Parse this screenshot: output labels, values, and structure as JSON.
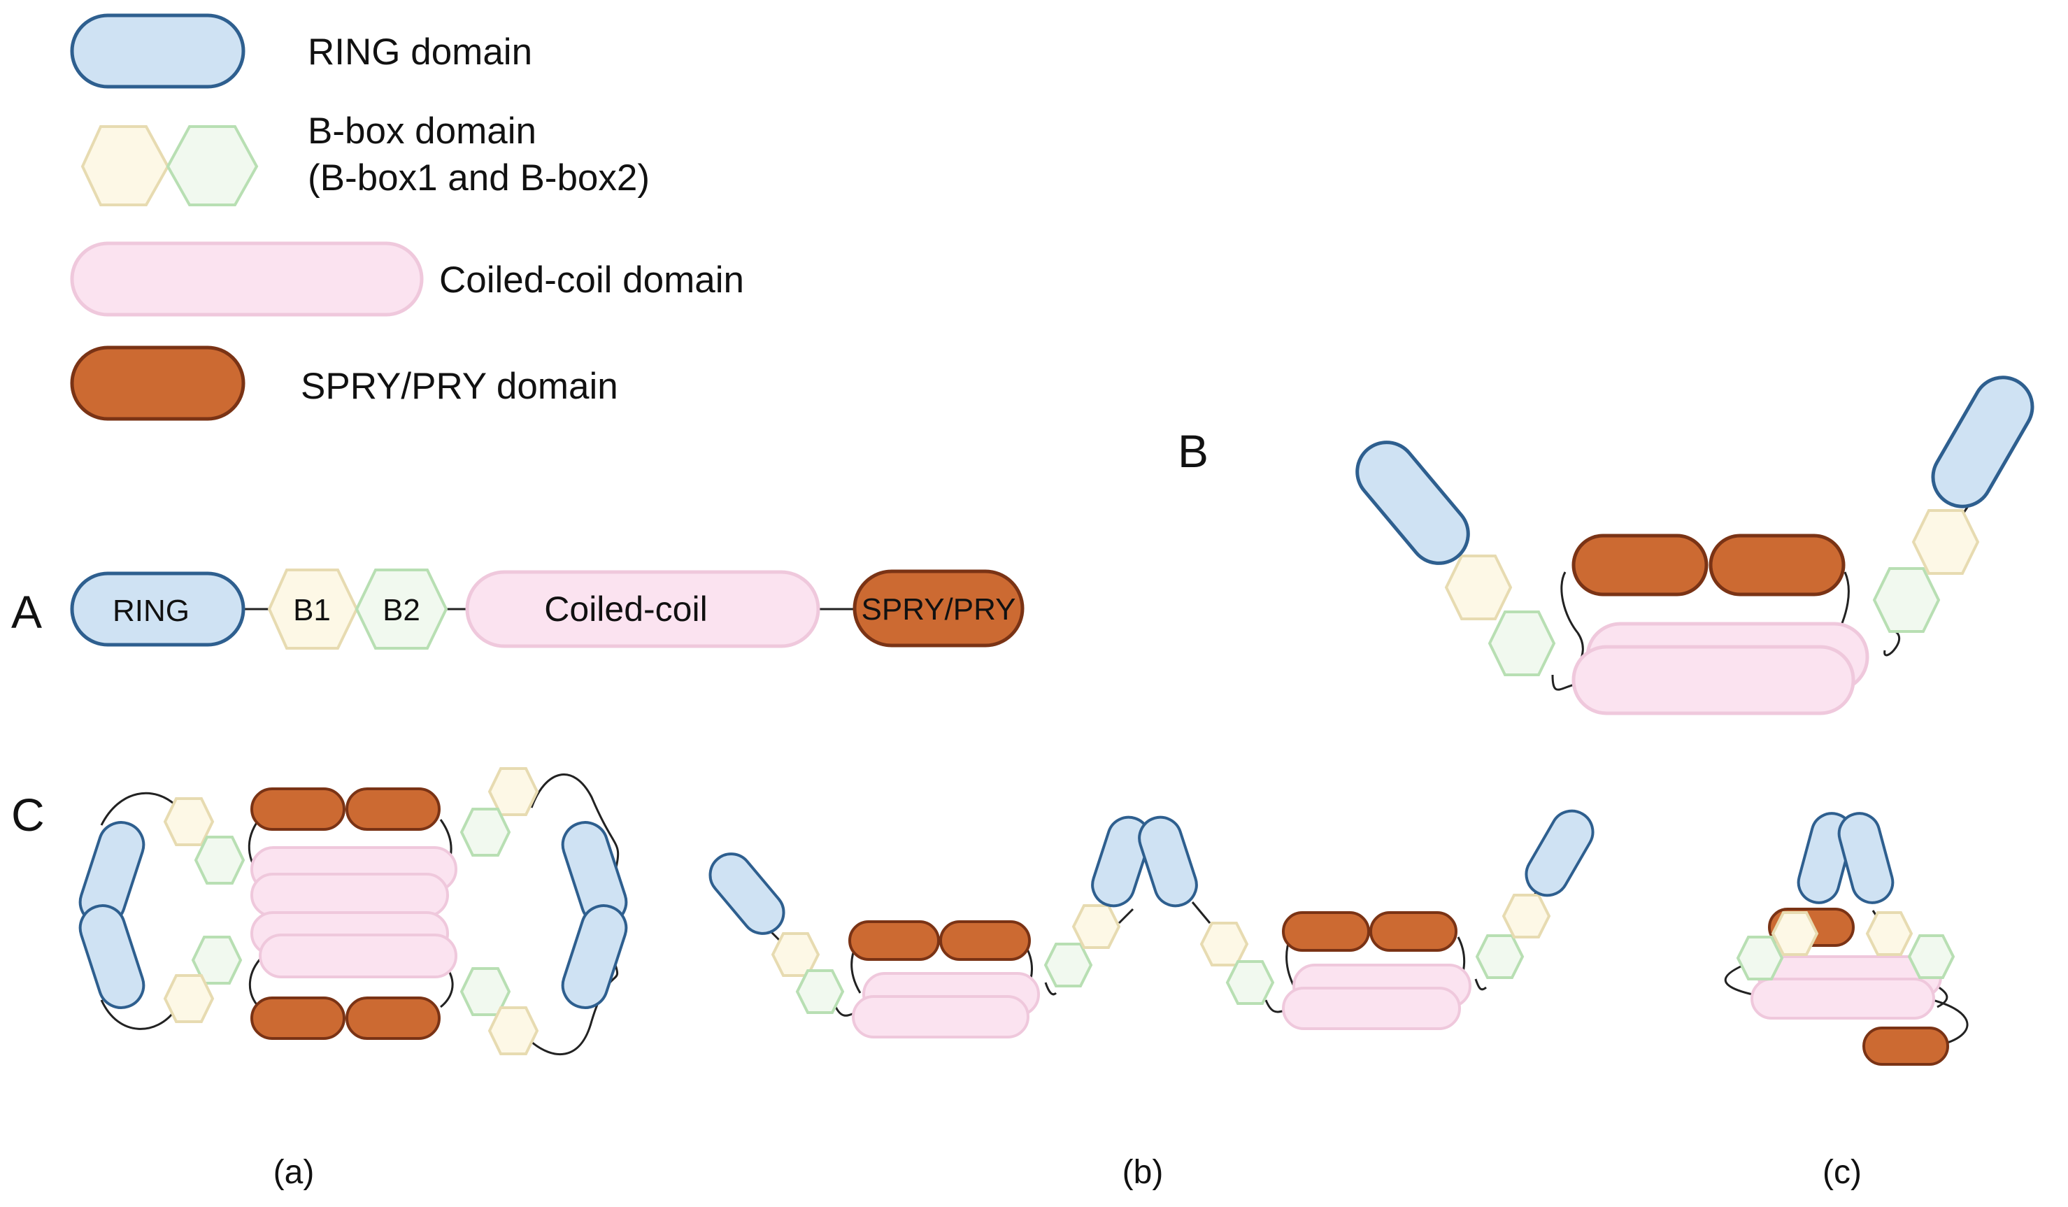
{
  "legend": {
    "ring": "RING domain",
    "bbox_line1": "B-box domain",
    "bbox_line2": "(B-box1 and B-box2)",
    "coiled_coil": "Coiled-coil domain",
    "spry": "SPRY/PRY domain"
  },
  "panels": {
    "a": "A",
    "b": "B",
    "c": "C"
  },
  "panel_a": {
    "ring": "RING",
    "b1": "B1",
    "b2": "B2",
    "coiled_coil": "Coiled-coil",
    "spry": "SPRY/PRY"
  },
  "subpanels": {
    "a": "(a)",
    "b": "(b)",
    "c": "(c)"
  },
  "colors": {
    "ring_fill": "#cfe2f3",
    "ring_stroke": "#2e5f8f",
    "bbox1_fill": "#fdf8e6",
    "bbox2_fill": "#f1f9ef",
    "coiled_coil_fill": "#fbe3f0",
    "spry_fill": "#cc6a32",
    "spry_stroke": "#7a3315"
  }
}
